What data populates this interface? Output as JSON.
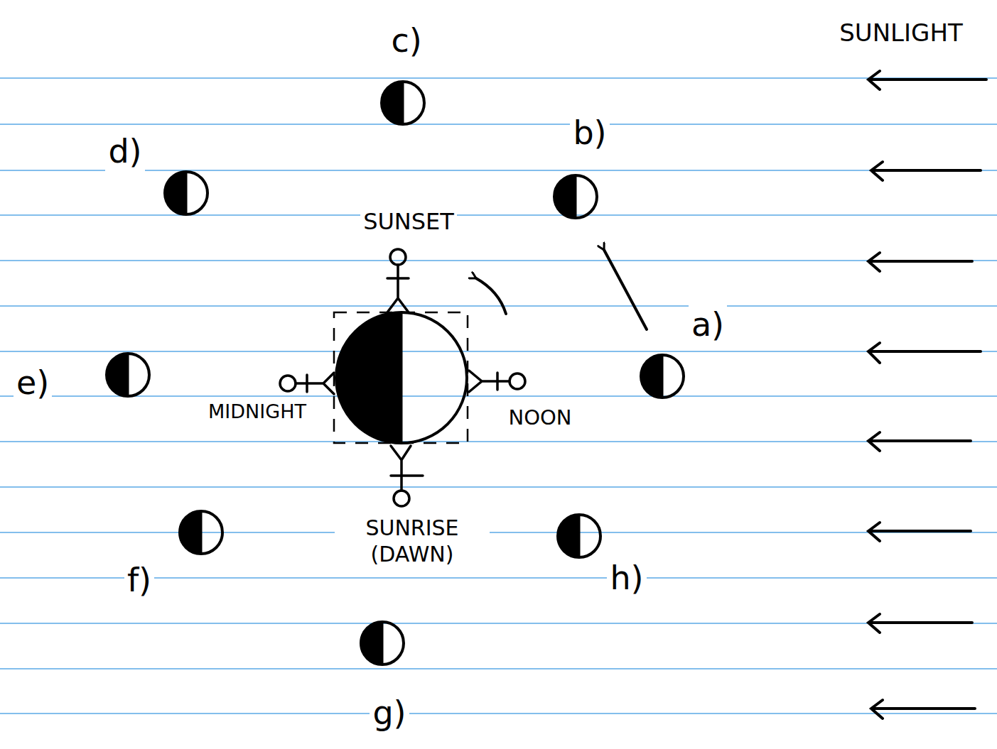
{
  "diagram": {
    "labels": [
      "SUNLIGHT",
      "c)",
      "b)",
      "d)",
      "SUNSET",
      "a)",
      "e)",
      "MIDNIGHT",
      "NOON",
      "SUNRISE (DAWN)",
      "f)",
      "h)",
      "g)"
    ]
  }
}
